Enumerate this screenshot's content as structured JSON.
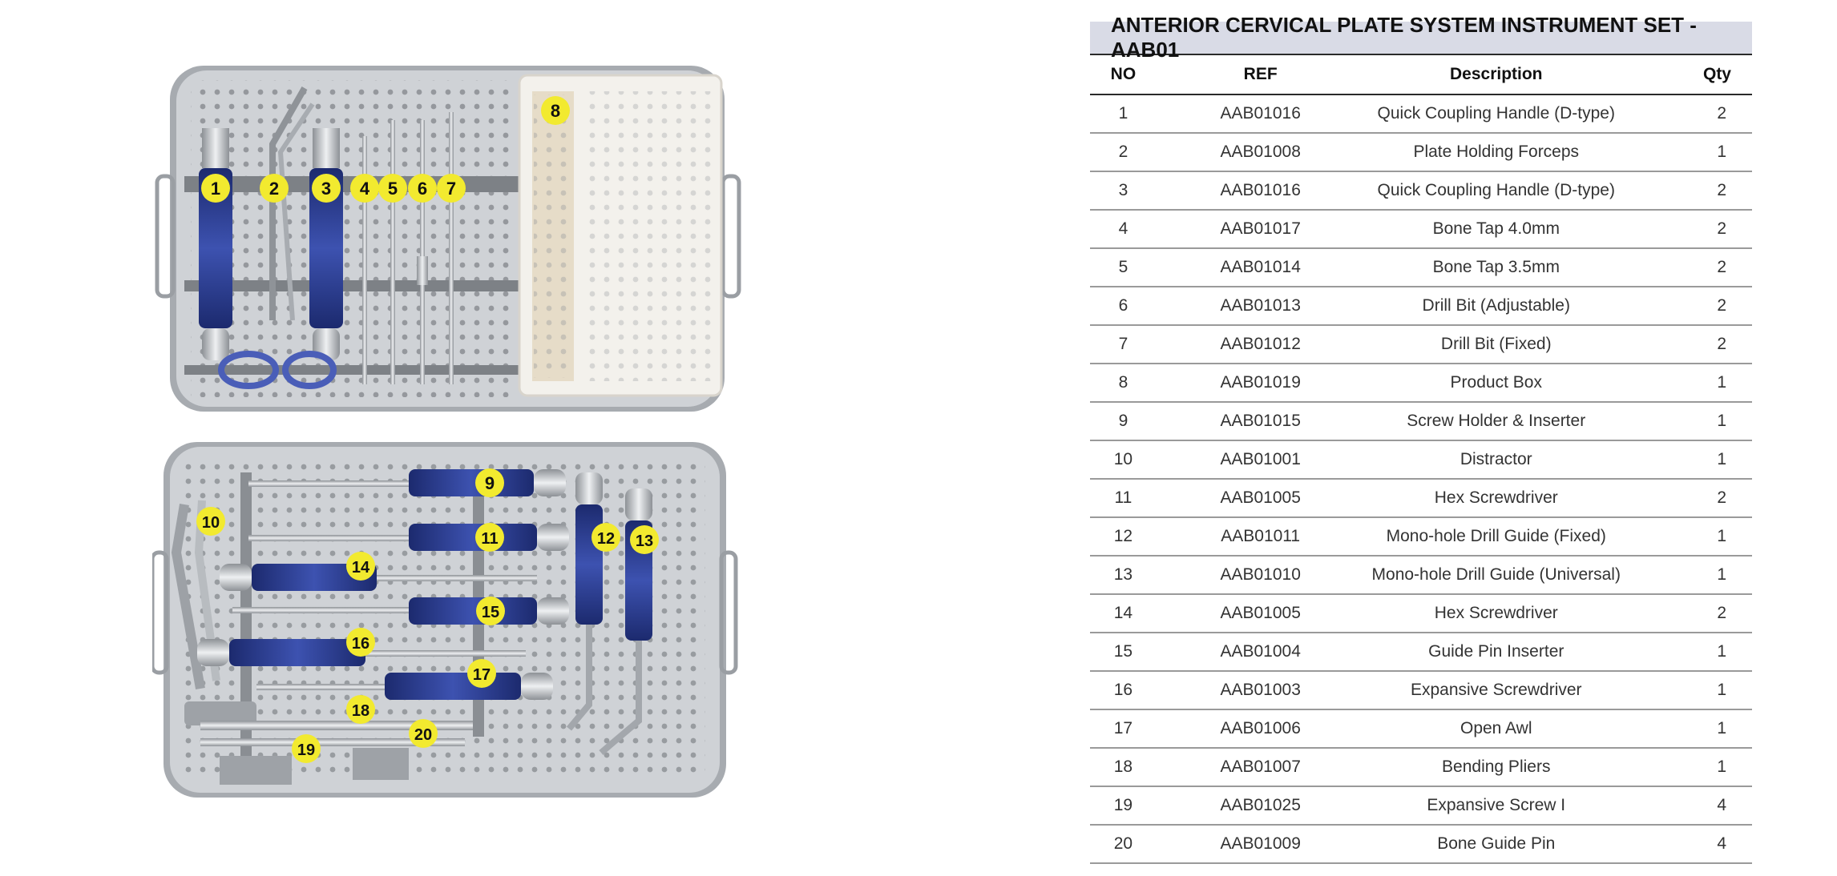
{
  "table": {
    "title": "ANTERIOR CERVICAL PLATE SYSTEM INSTRUMENT SET - AAB01",
    "headers": [
      "NO",
      "REF",
      "Description",
      "Qty"
    ],
    "rows": [
      [
        "1",
        "AAB01016",
        "Quick Coupling Handle (D-type)",
        "2"
      ],
      [
        "2",
        "AAB01008",
        "Plate Holding Forceps",
        "1"
      ],
      [
        "3",
        "AAB01016",
        "Quick Coupling Handle (D-type)",
        "2"
      ],
      [
        "4",
        "AAB01017",
        "Bone Tap 4.0mm",
        "2"
      ],
      [
        "5",
        "AAB01014",
        "Bone Tap 3.5mm",
        "2"
      ],
      [
        "6",
        "AAB01013",
        "Drill Bit (Adjustable)",
        "2"
      ],
      [
        "7",
        "AAB01012",
        "Drill Bit (Fixed)",
        "2"
      ],
      [
        "8",
        "AAB01019",
        "Product Box",
        "1"
      ],
      [
        "9",
        "AAB01015",
        "Screw Holder & Inserter",
        "1"
      ],
      [
        "10",
        "AAB01001",
        "Distractor",
        "1"
      ],
      [
        "11",
        "AAB01005",
        "Hex Screwdriver",
        "2"
      ],
      [
        "12",
        "AAB01011",
        "Mono-hole Drill Guide (Fixed)",
        "1"
      ],
      [
        "13",
        "AAB01010",
        "Mono-hole Drill Guide (Universal)",
        "1"
      ],
      [
        "14",
        "AAB01005",
        "Hex Screwdriver",
        "2"
      ],
      [
        "15",
        "AAB01004",
        "Guide Pin Inserter",
        "1"
      ],
      [
        "16",
        "AAB01003",
        "Expansive Screwdriver",
        "1"
      ],
      [
        "17",
        "AAB01006",
        "Open Awl",
        "1"
      ],
      [
        "18",
        "AAB01007",
        "Bending Pliers",
        "1"
      ],
      [
        "19",
        "AAB01025",
        "Expansive Screw I",
        "4"
      ],
      [
        "20",
        "AAB01009",
        "Bone Guide Pin",
        "4"
      ]
    ]
  },
  "photo": {
    "badges": [
      "1",
      "2",
      "3",
      "4",
      "5",
      "6",
      "7",
      "8",
      "9",
      "10",
      "11",
      "12",
      "13",
      "14",
      "15",
      "16",
      "17",
      "18",
      "19",
      "20"
    ],
    "colors": {
      "tray": "#c9ccd0",
      "handle_blue": "#2d3f93",
      "badge_yellow": "#f2ea2f",
      "box_white": "#f3f1ec"
    }
  }
}
